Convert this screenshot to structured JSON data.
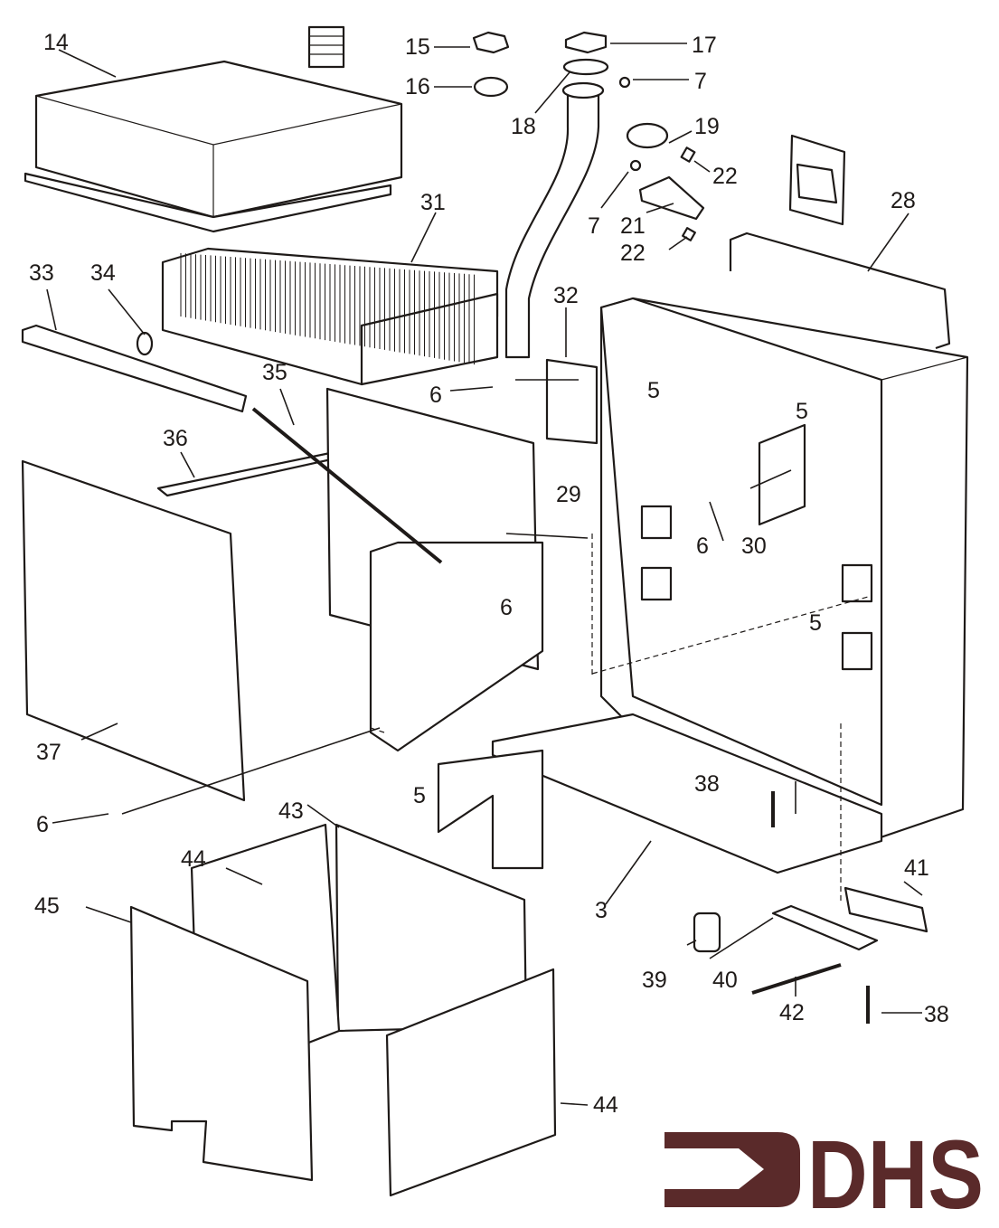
{
  "diagram": {
    "type": "exploded-parts-diagram",
    "subject": "boiler casing and heat exchanger assembly",
    "callouts": [
      {
        "id": "c14",
        "label": "14"
      },
      {
        "id": "c15",
        "label": "15"
      },
      {
        "id": "c16",
        "label": "16"
      },
      {
        "id": "c17",
        "label": "17"
      },
      {
        "id": "c18",
        "label": "18"
      },
      {
        "id": "c7a",
        "label": "7"
      },
      {
        "id": "c19",
        "label": "19"
      },
      {
        "id": "c22a",
        "label": "22"
      },
      {
        "id": "c7b",
        "label": "7"
      },
      {
        "id": "c21",
        "label": "21"
      },
      {
        "id": "c22b",
        "label": "22"
      },
      {
        "id": "c28",
        "label": "28"
      },
      {
        "id": "c31",
        "label": "31"
      },
      {
        "id": "c33",
        "label": "33"
      },
      {
        "id": "c34",
        "label": "34"
      },
      {
        "id": "c32",
        "label": "32"
      },
      {
        "id": "c35",
        "label": "35"
      },
      {
        "id": "c6a",
        "label": "6"
      },
      {
        "id": "c5a",
        "label": "5"
      },
      {
        "id": "c5b",
        "label": "5"
      },
      {
        "id": "c36",
        "label": "36"
      },
      {
        "id": "c29",
        "label": "29"
      },
      {
        "id": "c6b",
        "label": "6"
      },
      {
        "id": "c30",
        "label": "30"
      },
      {
        "id": "c6c",
        "label": "6"
      },
      {
        "id": "c5c",
        "label": "5"
      },
      {
        "id": "c37",
        "label": "37"
      },
      {
        "id": "c5d",
        "label": "5"
      },
      {
        "id": "c38a",
        "label": "38"
      },
      {
        "id": "c6d",
        "label": "6"
      },
      {
        "id": "c43",
        "label": "43"
      },
      {
        "id": "c44a",
        "label": "44"
      },
      {
        "id": "c41",
        "label": "41"
      },
      {
        "id": "c45",
        "label": "45"
      },
      {
        "id": "c3",
        "label": "3"
      },
      {
        "id": "c39",
        "label": "39"
      },
      {
        "id": "c40",
        "label": "40"
      },
      {
        "id": "c42",
        "label": "42"
      },
      {
        "id": "c38b",
        "label": "38"
      },
      {
        "id": "c44b",
        "label": "44"
      }
    ]
  },
  "logo": {
    "text": "DHS",
    "color": "#5a2a2a"
  },
  "colors": {
    "ink": "#1e1a18",
    "paper": "#ffffff"
  }
}
